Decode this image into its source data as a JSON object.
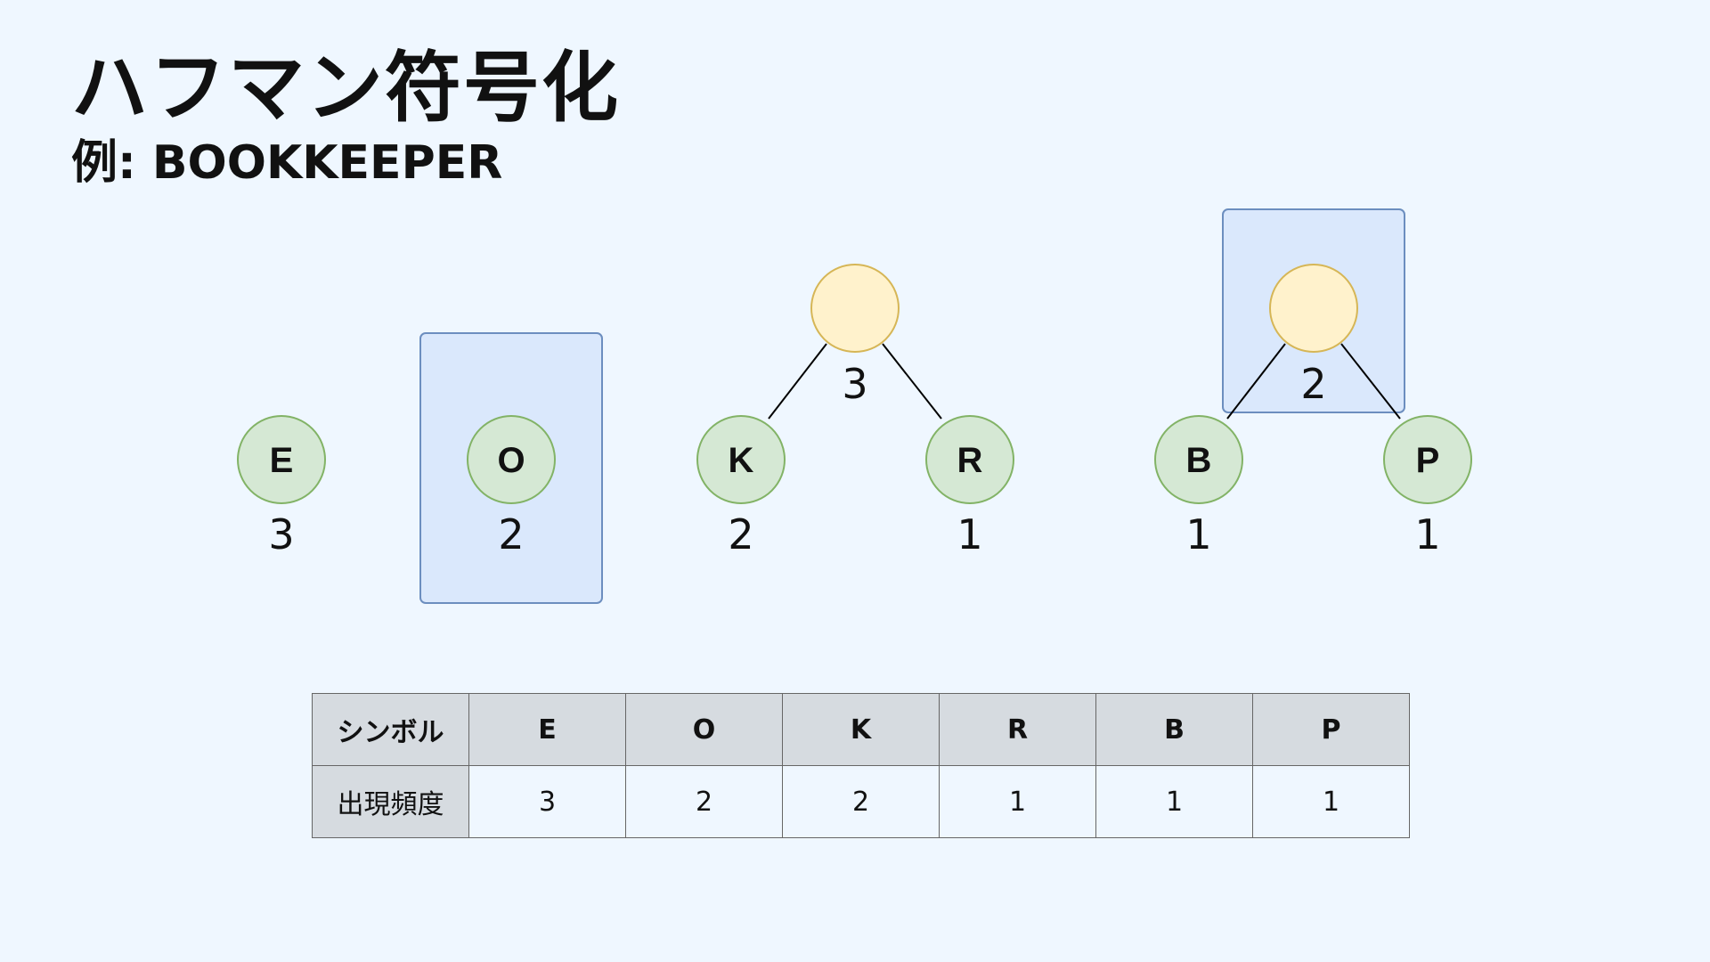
{
  "title": "ハフマン符号化",
  "subtitle": "例: BOOKKEEPER",
  "colors": {
    "background": "#eff7ff",
    "leaf_fill": "#d5e8d4",
    "leaf_stroke": "#82b366",
    "internal_fill": "#fff2cc",
    "internal_stroke": "#d6b656",
    "highlight_fill": "#dae8fc",
    "highlight_stroke": "#6c8ebf",
    "table_header": "#d6dbe0"
  },
  "tree": {
    "leaves": [
      {
        "symbol": "E",
        "weight": "3"
      },
      {
        "symbol": "O",
        "weight": "2",
        "highlighted": true
      },
      {
        "symbol": "K",
        "weight": "2"
      },
      {
        "symbol": "R",
        "weight": "1"
      },
      {
        "symbol": "B",
        "weight": "1"
      },
      {
        "symbol": "P",
        "weight": "1"
      }
    ],
    "internal_nodes": [
      {
        "weight": "3",
        "children": [
          "K",
          "R"
        ]
      },
      {
        "weight": "2",
        "children": [
          "B",
          "P"
        ],
        "highlighted": true
      }
    ]
  },
  "table": {
    "header_label": "シンボル",
    "row_label": "出現頻度",
    "symbols": [
      "E",
      "O",
      "K",
      "R",
      "B",
      "P"
    ],
    "frequencies": [
      "3",
      "2",
      "2",
      "1",
      "1",
      "1"
    ]
  }
}
